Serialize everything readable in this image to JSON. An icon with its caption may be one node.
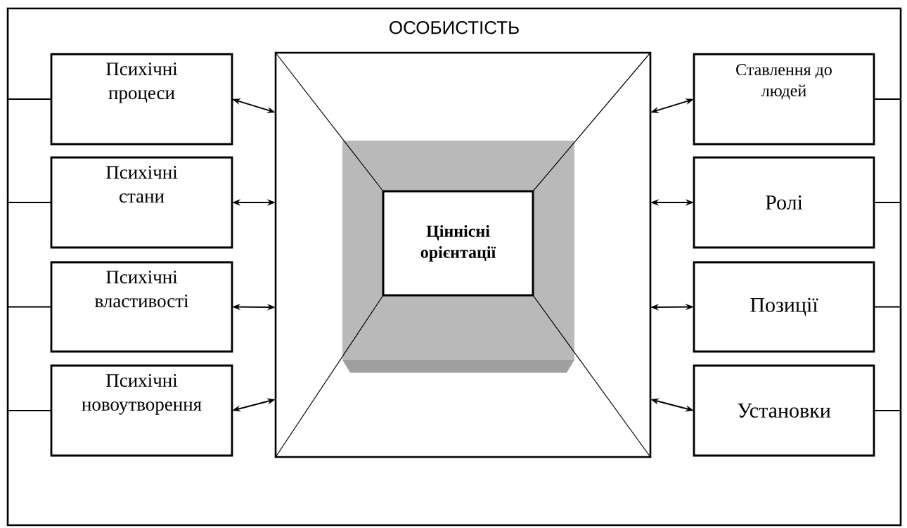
{
  "diagram": {
    "nodes": [
      {
        "text": [
          "ОСОБИСТІСТЬ"
        ]
      },
      {
        "text": [],
        "shape": "box",
        "in": 0
      },
      {
        "text": [
          "Ціннісні орієнтації"
        ],
        "in": 1
      },
      {
        "text": [
          "Психічні процеси"
        ],
        "in": 0
      },
      {
        "text": [
          "Психічні стани"
        ],
        "in": 0
      },
      {
        "text": [
          "Психічні властивості"
        ],
        "in": 0
      },
      {
        "text": [
          "Психічні новоутворення"
        ],
        "in": 0
      },
      {
        "text": [
          "Ставлення до людей"
        ],
        "in": 0
      },
      {
        "text": [
          "Ролі"
        ],
        "in": 0
      },
      {
        "text": [
          "Позиції"
        ],
        "in": 0
      },
      {
        "text": [
          "Установки"
        ],
        "in": 0
      }
    ],
    "edges": [
      {
        "from": 3,
        "to": 1,
        "arrow": "both"
      },
      {
        "from": 4,
        "to": 1,
        "arrow": "both"
      },
      {
        "from": 5,
        "to": 1,
        "arrow": "both"
      },
      {
        "from": 6,
        "to": 1,
        "arrow": "both"
      },
      {
        "from": 1,
        "to": 7,
        "arrow": "both"
      },
      {
        "from": 1,
        "to": 8,
        "arrow": "both"
      },
      {
        "from": 1,
        "to": 9,
        "arrow": "both"
      },
      {
        "from": 1,
        "to": 10,
        "arrow": "both"
      },
      {
        "from": 0,
        "to": 3,
        "arrow": "none"
      },
      {
        "from": 0,
        "to": 4,
        "arrow": "none"
      },
      {
        "from": 0,
        "to": 5,
        "arrow": "none"
      },
      {
        "from": 0,
        "to": 6,
        "arrow": "none"
      },
      {
        "from": 0,
        "to": 7,
        "arrow": "none"
      },
      {
        "from": 0,
        "to": 8,
        "arrow": "none"
      },
      {
        "from": 0,
        "to": 9,
        "arrow": "none"
      },
      {
        "from": 0,
        "to": 10,
        "arrow": "none"
      }
    ]
  }
}
